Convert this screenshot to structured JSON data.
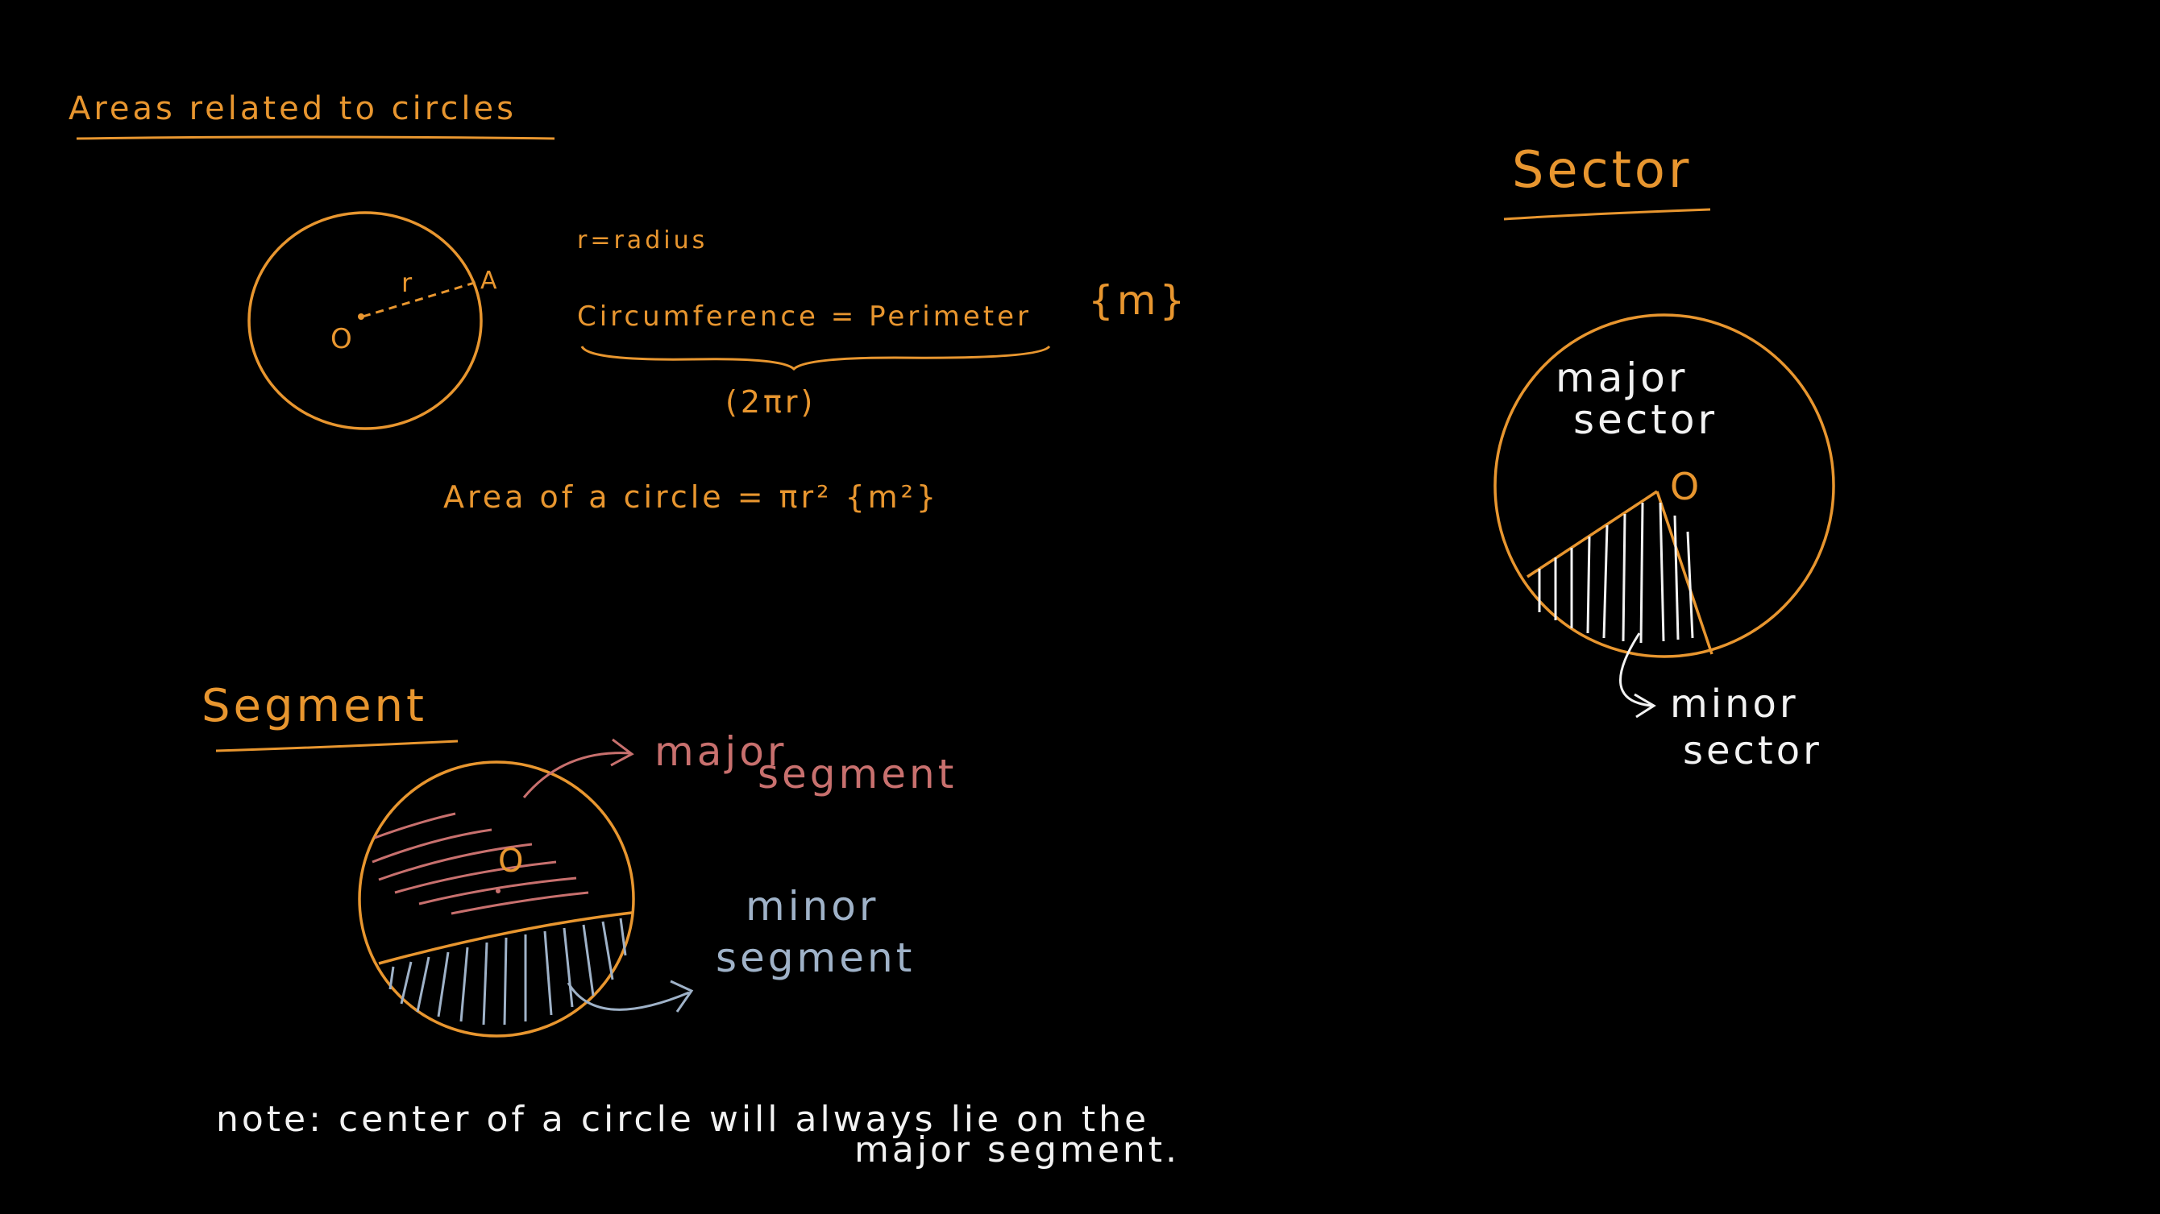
{
  "colors": {
    "background": "#000000",
    "orange": "#e8962f",
    "pink": "#c8706e",
    "slate": "#9fb2c8",
    "white": "#f2f2f2"
  },
  "title": "Areas related to circles",
  "circle_diagram": {
    "center_label": "O",
    "radius_label": "r",
    "point_label": "A"
  },
  "definitions": {
    "radius_def": "r=radius",
    "circumference_lhs": "Circumference = Perimeter",
    "circumference_unit": "{m}",
    "circumference_formula": "(2πr)",
    "area_line": "Area of a circle = πr² {m²}"
  },
  "segment": {
    "heading": "Segment",
    "center_label": "O",
    "major_label_1": "major",
    "major_label_2": "segment",
    "minor_label_1": "minor",
    "minor_label_2": "segment"
  },
  "sector": {
    "heading": "Sector",
    "center_label": "O",
    "major_label_1": "major",
    "major_label_2": "sector",
    "minor_label_1": "minor",
    "minor_label_2": "sector"
  },
  "note": {
    "line1": "note: center of a circle will always lie on the",
    "line2": "major segment."
  }
}
